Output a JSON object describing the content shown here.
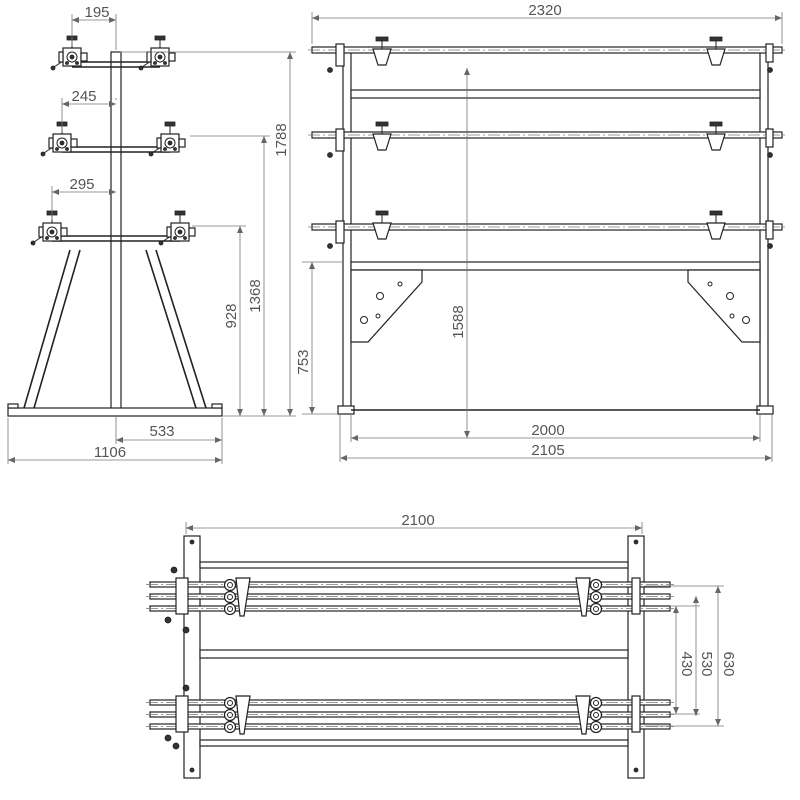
{
  "side_view": {
    "arm_widths": [
      "195",
      "245",
      "295"
    ],
    "heights": [
      "1788",
      "1368",
      "928"
    ],
    "base": [
      "533",
      "1106"
    ]
  },
  "front_view": {
    "overall_width": "2320",
    "tier_height": "1588",
    "frame_height": "753",
    "inner_width": "2000",
    "outer_width": "2105"
  },
  "top_view": {
    "width": "2100",
    "depths": [
      "430",
      "530",
      "630"
    ]
  },
  "colors": {
    "line": "#222222",
    "dimension": "#555555",
    "background": "#ffffff"
  }
}
